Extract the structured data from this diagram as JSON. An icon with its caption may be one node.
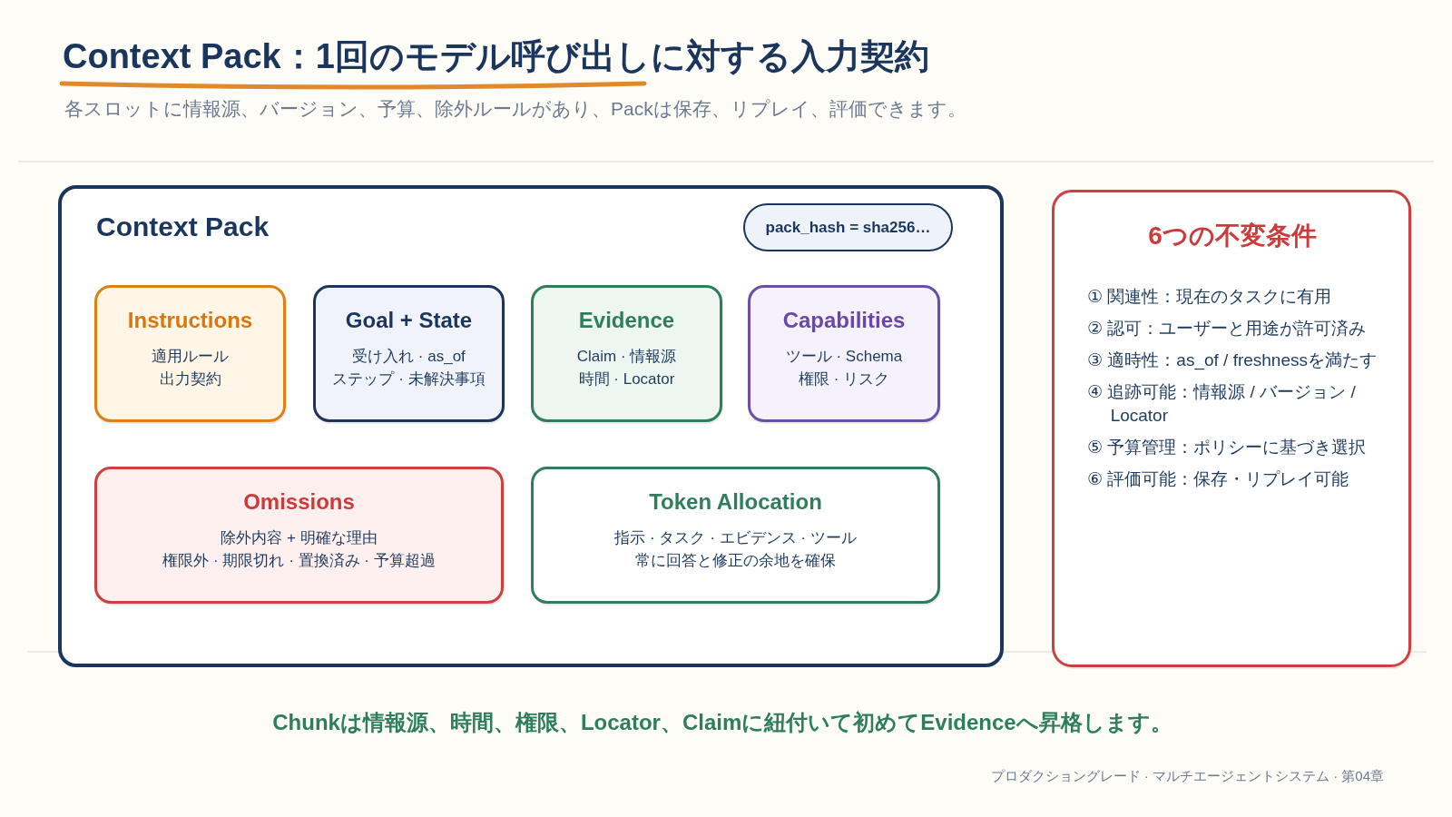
{
  "diagram": {
    "title": "Context Pack：1回のモデル呼び出しに対する入力契約",
    "nodes": [
      {
        "text": [
          "Context Pack"
        ]
      },
      {
        "text": [
          "pack_hash = sha256…"
        ],
        "in": 0
      },
      {
        "text": [
          "Instructions",
          "適用ルール",
          "出力契約"
        ],
        "in": 0
      },
      {
        "text": [
          "Goal + State",
          "受け入れ · as_of",
          "ステップ · 未解決事項"
        ],
        "in": 0
      },
      {
        "text": [
          "Evidence",
          "Claim · 情報源",
          "時間 · Locator"
        ],
        "in": 0
      },
      {
        "text": [
          "Capabilities",
          "ツール · Schema",
          "権限 · リスク"
        ],
        "in": 0
      },
      {
        "text": [
          "Omissions",
          "除外内容 + 明確な理由",
          "権限外 · 期限切れ · 置換済み · 予算超過"
        ],
        "in": 0
      },
      {
        "text": [
          "Token Allocation",
          "指示 · タスク · エビデンス · ツール",
          "常に回答と修正の余地を確保"
        ],
        "in": 0
      },
      {
        "text": [
          "6つの不変条件",
          "① 関連性：現在のタスクに有用",
          "② 認可：ユーザーと用途が許可済み",
          "③ 適時性：as_of / freshnessを満たす",
          "④ 追跡可能：情報源 / バージョン / Locator",
          "⑤ 予算管理：ポリシーに基づき選択",
          "⑥ 評価可能：保存・リプレイ可能"
        ]
      }
    ],
    "labels": [
      "各スロットに情報源、バージョン、予算、除外ルールがあり、Packは保存、リプレイ、評価できます。",
      "Chunkは情報源、時間、権限、Locator、Claimに紐付いて初めてEvidenceへ昇格します。",
      "プロダクショングレード · マルチエージェントシステム · 第04章"
    ]
  }
}
